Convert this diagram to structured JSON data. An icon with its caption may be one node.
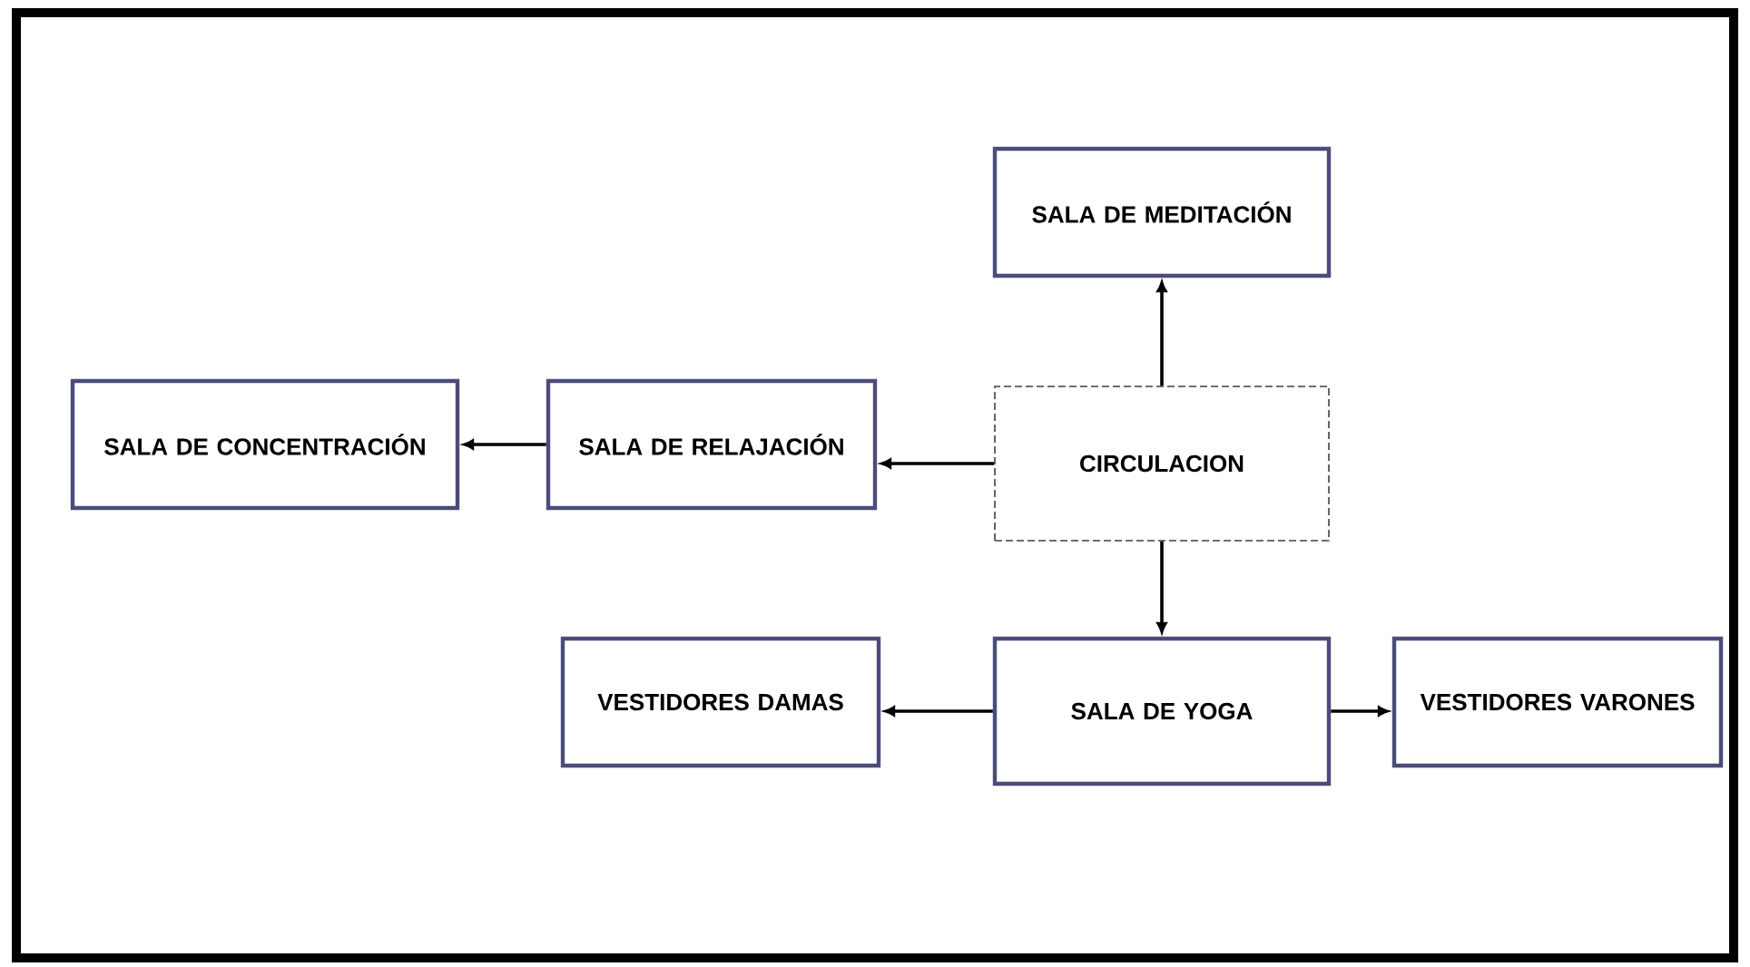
{
  "diagram": {
    "nodes": [
      {
        "text": [
          "SALA DE MEDITACIÓN"
        ]
      },
      {
        "text": [
          "SALA DE CONCENTRACIÓN"
        ]
      },
      {
        "text": [
          "SALA DE RELAJACIÓN"
        ]
      },
      {
        "text": [
          "CIRCULACION"
        ]
      },
      {
        "text": [
          "VESTIDORES DAMAS"
        ]
      },
      {
        "text": [
          "SALA DE YOGA"
        ]
      },
      {
        "text": [
          "VESTIDORES VARONES"
        ]
      }
    ],
    "edges": [
      {
        "from": 3,
        "to": 0,
        "arrow": "to"
      },
      {
        "from": 3,
        "to": 2,
        "arrow": "to"
      },
      {
        "from": 2,
        "to": 1,
        "arrow": "to"
      },
      {
        "from": 3,
        "to": 5,
        "arrow": "to"
      },
      {
        "from": 5,
        "to": 4,
        "arrow": "to"
      },
      {
        "from": 5,
        "to": 6,
        "arrow": "to"
      }
    ]
  }
}
